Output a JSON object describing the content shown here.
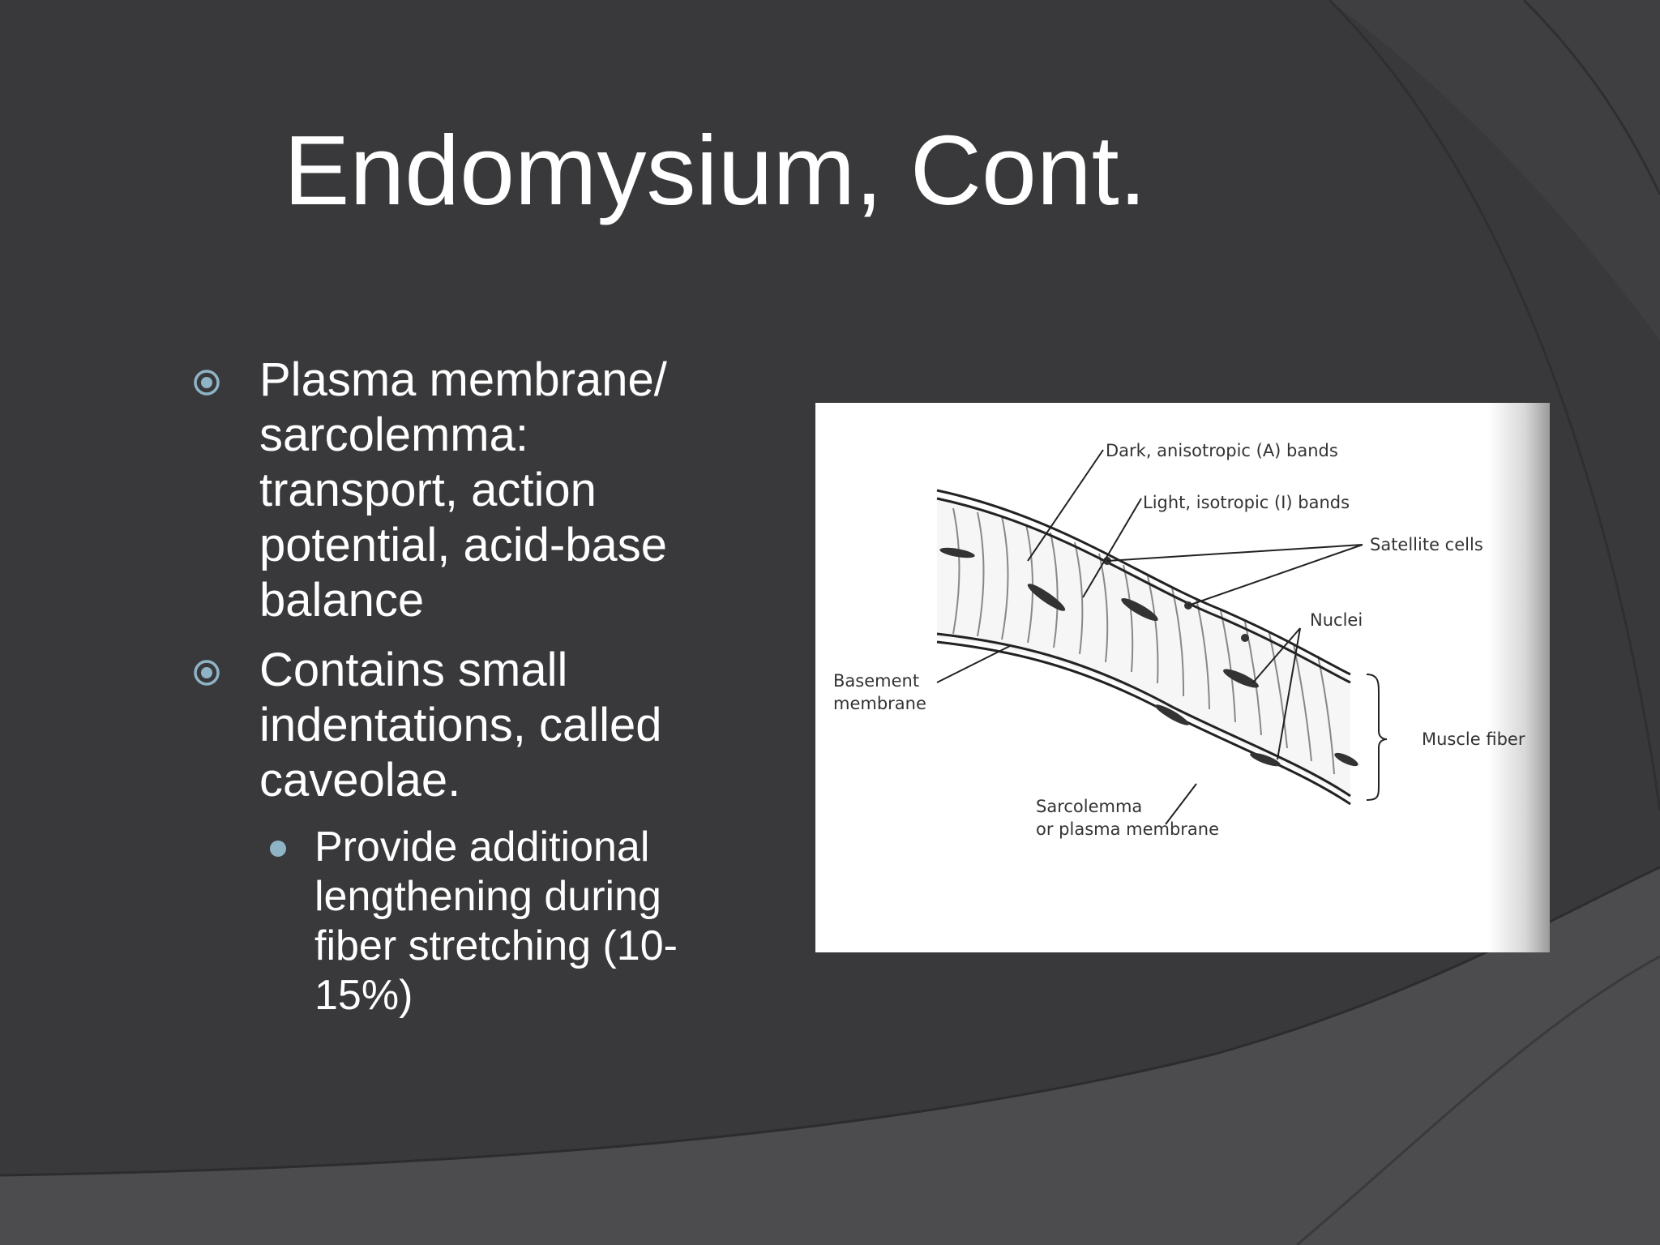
{
  "slide": {
    "title": "Endomysium, Cont.",
    "bullets": [
      {
        "text": "Plasma membrane/ sarcolemma: transport, action potential, acid-base balance"
      },
      {
        "text": "Contains small indentations, called caveolae.",
        "subbullets": [
          {
            "text": "Provide additional lengthening during fiber stretching (10-15%)"
          }
        ]
      }
    ]
  },
  "figure": {
    "labels": {
      "dark_bands": "Dark, anisotropic (A) bands",
      "light_bands": "Light, isotropic (I) bands",
      "satellite_cells": "Satellite cells",
      "nuclei": "Nuclei",
      "basement_membrane_line1": "Basement",
      "basement_membrane_line2": "membrane",
      "muscle_fiber": "Muscle fiber",
      "sarcolemma_line1": "Sarcolemma",
      "sarcolemma_line2": "or plasma membrane"
    }
  },
  "colors": {
    "background": "#39393b",
    "accent_bullet": "#8fb4c6",
    "text": "#ffffff"
  }
}
